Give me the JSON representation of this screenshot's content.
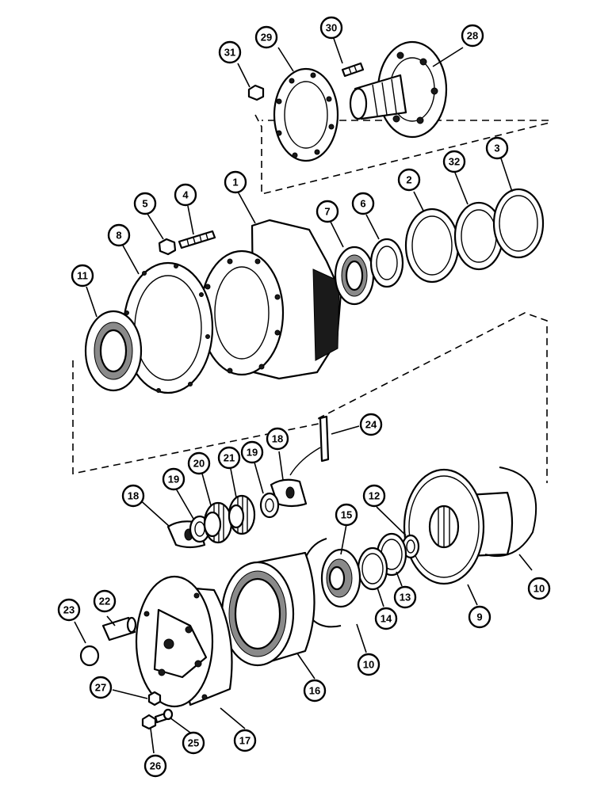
{
  "callouts": {
    "c1": "1",
    "c2": "2",
    "c3": "3",
    "c4": "4",
    "c5": "5",
    "c6": "6",
    "c7": "7",
    "c8": "8",
    "c9": "9",
    "c10a": "10",
    "c10b": "10",
    "c11": "11",
    "c12": "12",
    "c13": "13",
    "c14": "14",
    "c15": "15",
    "c16": "16",
    "c17": "17",
    "c18a": "18",
    "c18b": "18",
    "c19a": "19",
    "c19b": "19",
    "c20": "20",
    "c21": "21",
    "c22": "22",
    "c23": "23",
    "c24": "24",
    "c25": "25",
    "c26": "26",
    "c27": "27",
    "c28": "28",
    "c29": "29",
    "c30": "30",
    "c31": "31",
    "c32": "32"
  }
}
